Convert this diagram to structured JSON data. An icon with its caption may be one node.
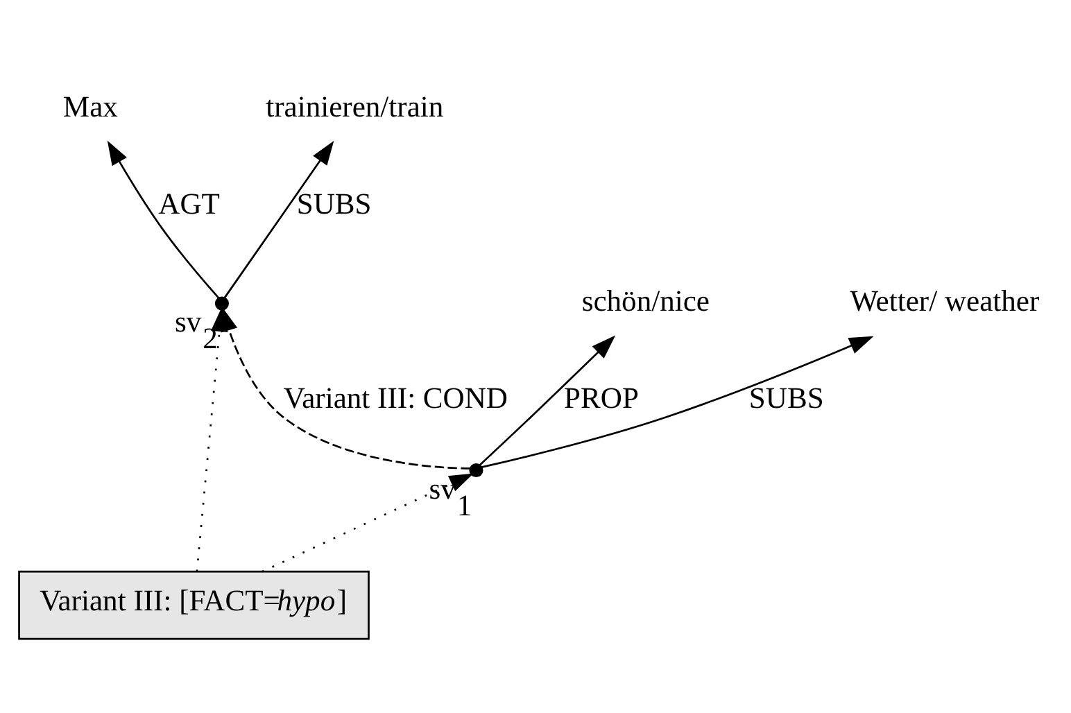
{
  "diagram": {
    "nodes": [
      {
        "text": [
          "Max"
        ]
      },
      {
        "text": [
          "trainieren/train"
        ]
      },
      {
        "text": [
          "Variant III: [FACT=*hypo*]"
        ]
      },
      {
        "text": [],
        "shape": "circle",
        "beside": [
          "sv$_{2}$"
        ]
      },
      {
        "text": [
          "schön/nice"
        ]
      },
      {
        "text": [],
        "shape": "circle",
        "beside": [
          "sv$_{1}$"
        ]
      },
      {
        "text": [
          "Wetter/ weather"
        ]
      }
    ],
    "edges": [
      {
        "from": 3,
        "to": 0,
        "arrow": "to",
        "label": "AGT"
      },
      {
        "from": 3,
        "to": 1,
        "arrow": "to",
        "label": "SUBS"
      },
      {
        "from": 2,
        "to": 3,
        "arrow": "to",
        "style": "dashed"
      },
      {
        "from": 2,
        "to": 5,
        "arrow": "to",
        "style": "dashed"
      },
      {
        "from": 5,
        "to": 4,
        "arrow": "to",
        "label": "PROP"
      },
      {
        "from": 5,
        "to": 6,
        "arrow": "to",
        "label": "SUBS"
      },
      {
        "from": 5,
        "to": 3,
        "arrow": "to",
        "style": "dashed",
        "label": "Variant III: COND"
      }
    ]
  }
}
